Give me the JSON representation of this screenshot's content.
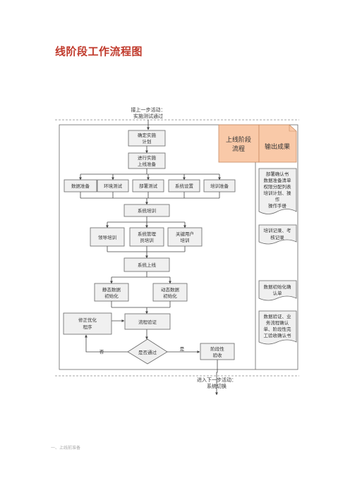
{
  "page_title": "线阶段工作流程图",
  "top_event": [
    "接上一步活动：",
    "实施测试通过"
  ],
  "bottom_event": [
    "进入下一步活动：",
    "系统切换"
  ],
  "header": {
    "process_label": [
      "上线阶段",
      "流程"
    ],
    "output_label": "输出成果"
  },
  "steps": {
    "confirm_plan": [
      "确定实施",
      "计划"
    ],
    "go_live_prep": [
      "进行实施",
      "上线准备"
    ],
    "data_prep": "数据准备",
    "env_test": "环境测试",
    "deploy_test": "部署测试",
    "system_setup": "系统设置",
    "training_prep": "培训准备",
    "system_training": "系统培训",
    "leader_training": "领导培训",
    "admin_training": [
      "系统管理",
      "员培训"
    ],
    "key_user_training": [
      "关键用户",
      "培训"
    ],
    "system_go_live": "系统上线",
    "static_data_init": [
      "静态数据",
      "初始化"
    ],
    "dynamic_data_init": [
      "动态数据",
      "初始化"
    ],
    "fix_optimize": [
      "修正优化",
      "程序"
    ],
    "process_verify": "流程验证",
    "decision": "是否通过",
    "phase_acceptance": [
      "阶段性",
      "验收"
    ]
  },
  "branch_labels": {
    "no": "否",
    "yes": "是"
  },
  "outputs": [
    [
      "部署确认书",
      "数据准备清单",
      "权限分配列表",
      "培训计划、操",
      "作",
      "操作手册"
    ],
    [
      "培训记录、考",
      "核记录"
    ],
    [
      "数据初始化确",
      "认单"
    ],
    [
      "数据验证、业",
      "务流程确认",
      "单、阶段性完",
      "工验收确认书"
    ]
  ],
  "footer_note": "一、上线前准备",
  "colors": {
    "box_fill": "#f0f0f0",
    "box_stroke": "#666666",
    "header_fill": "#f9c9a8",
    "header_stroke": "#c98b62",
    "title": "#c0392b",
    "line": "#444444"
  }
}
